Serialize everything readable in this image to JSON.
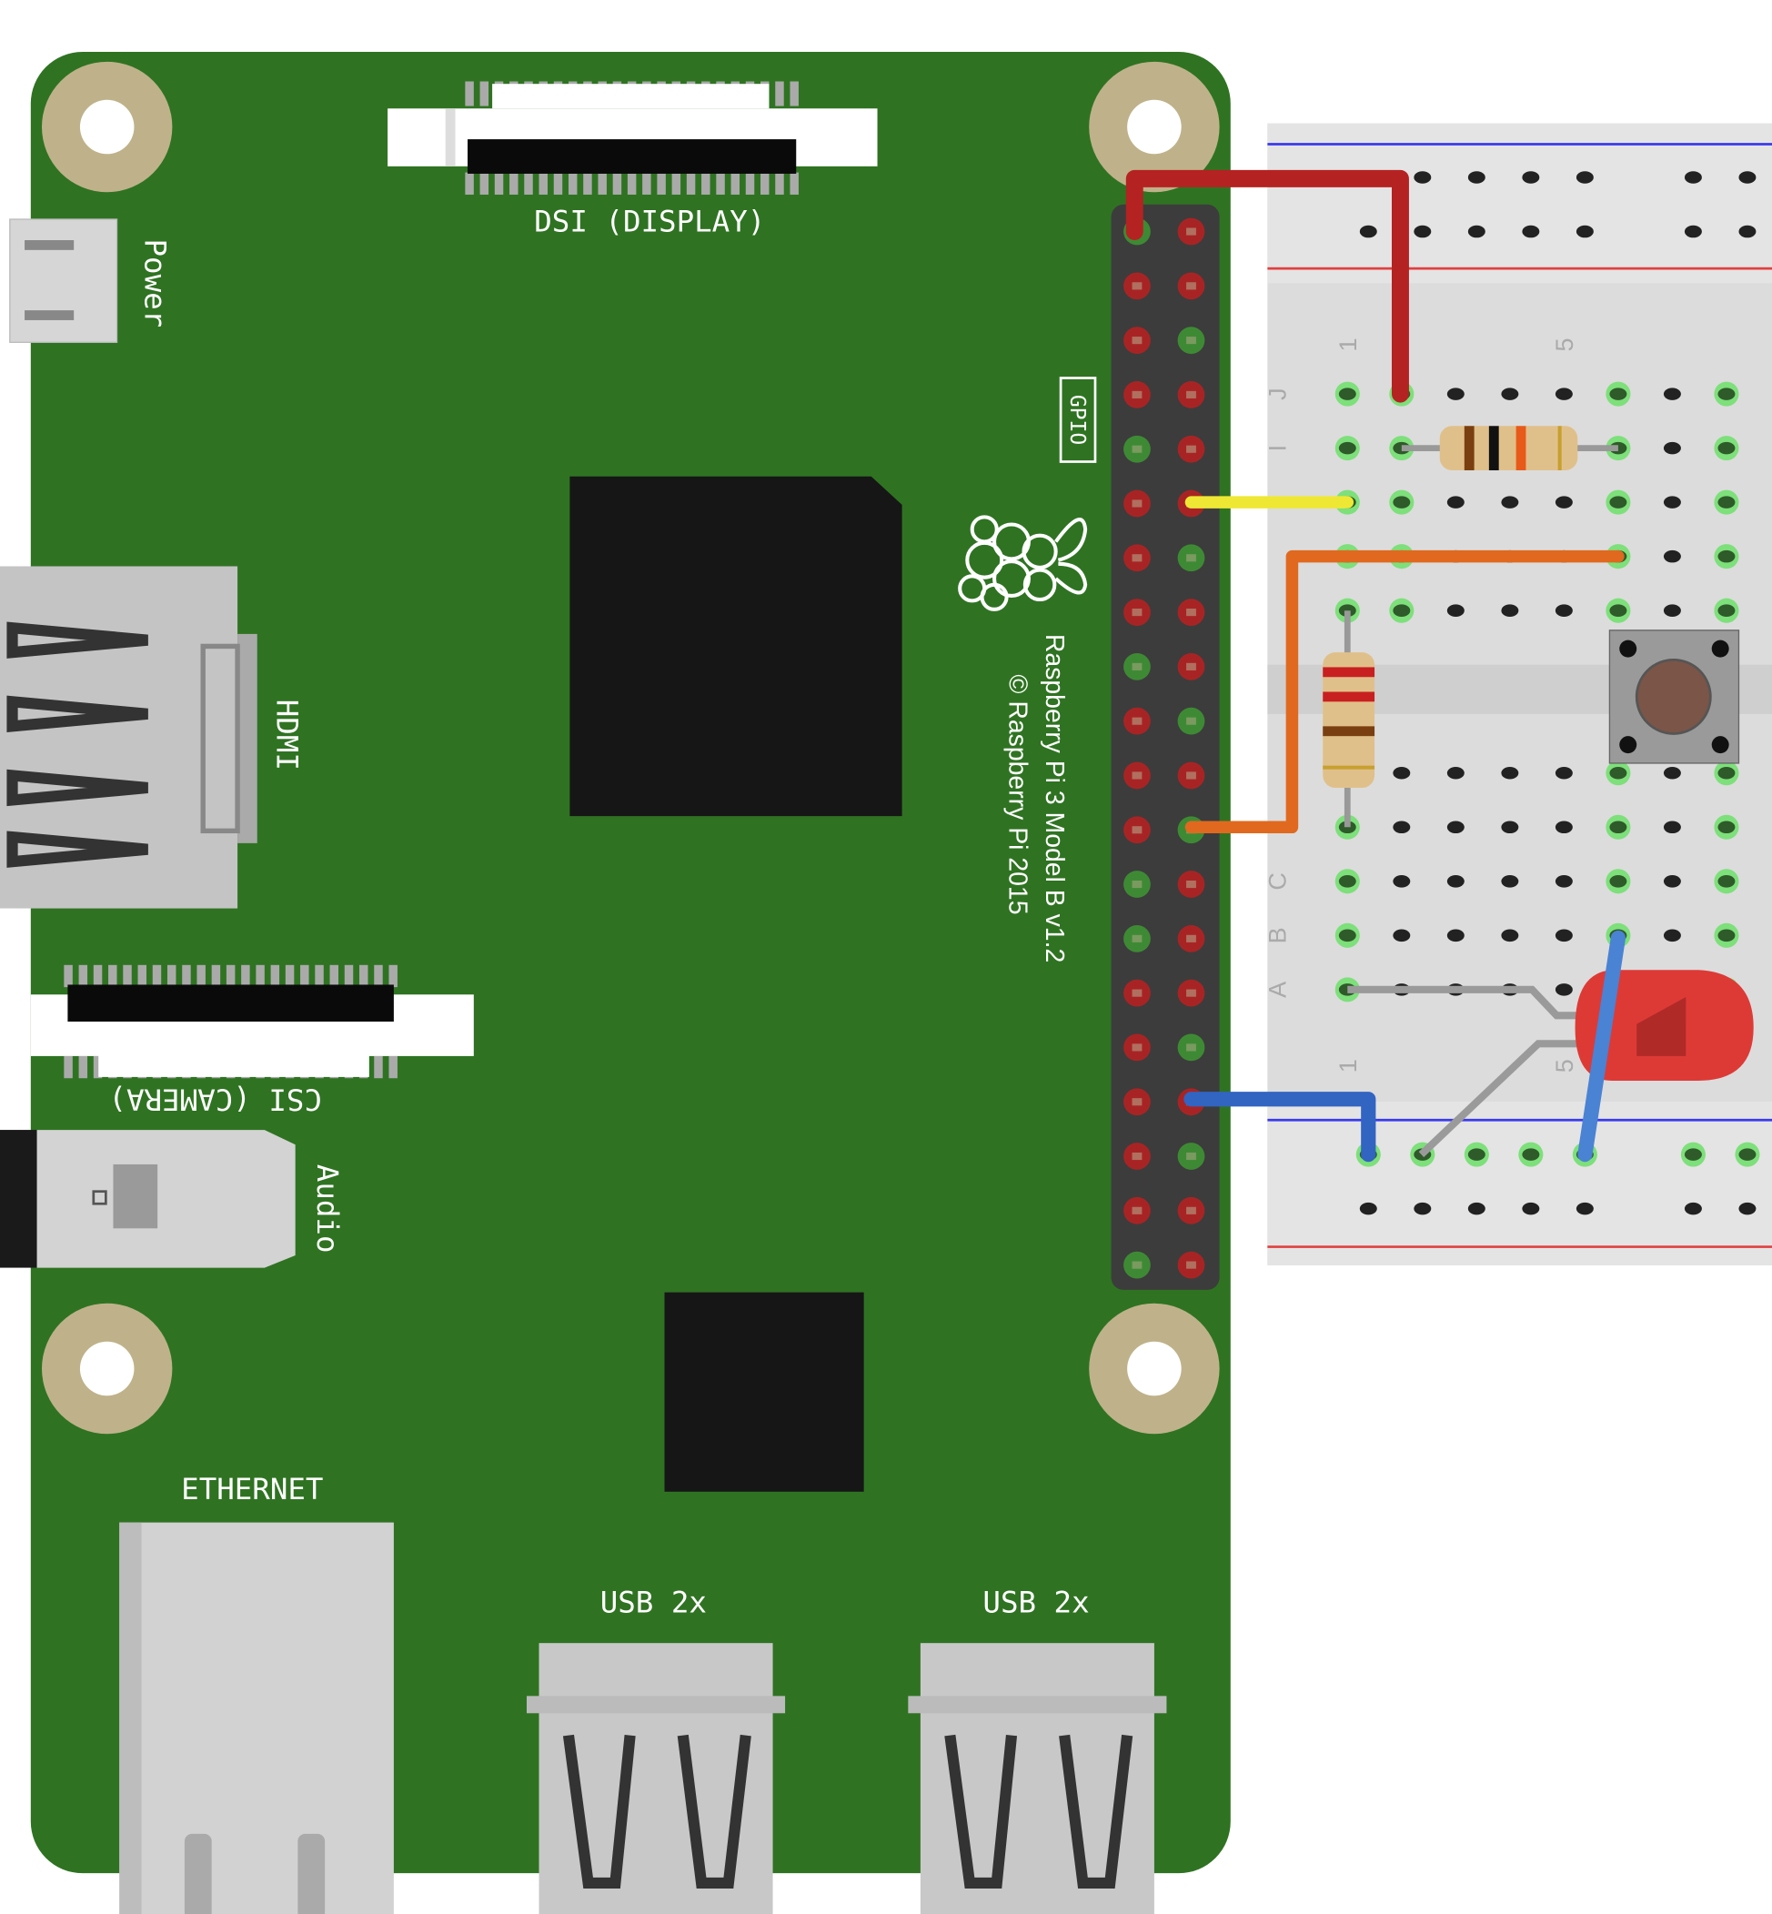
{
  "board": {
    "name": "Raspberry Pi 3 Model B v1.2",
    "copyright": "© Raspberry Pi 2015",
    "labels": {
      "dsi": "DSI (DISPLAY)",
      "power": "Power",
      "hdmi": "HDMI",
      "csi": "CSI (CAMERA)",
      "audio": "Audio",
      "gpio": "GPIO",
      "ethernet": "ETHERNET",
      "usb1": "USB 2x",
      "usb2": "USB 2x"
    },
    "colors": {
      "pcb": "#2f7322",
      "hole": "#bfb28a",
      "header": "#3c3c3c"
    }
  },
  "breadboard": {
    "row_labels": [
      "J",
      "I",
      "C",
      "B",
      "A"
    ],
    "col_labels": [
      "1",
      "5",
      "1",
      "5"
    ]
  },
  "wires": [
    {
      "name": "power-wire",
      "color": "#b52222"
    },
    {
      "name": "signal-wire",
      "color": "#eee835"
    },
    {
      "name": "button-wire",
      "color": "#e0691f"
    },
    {
      "name": "ground-wire",
      "color": "#3264c2"
    },
    {
      "name": "ground-jumper",
      "color": "#4a82d4"
    }
  ]
}
